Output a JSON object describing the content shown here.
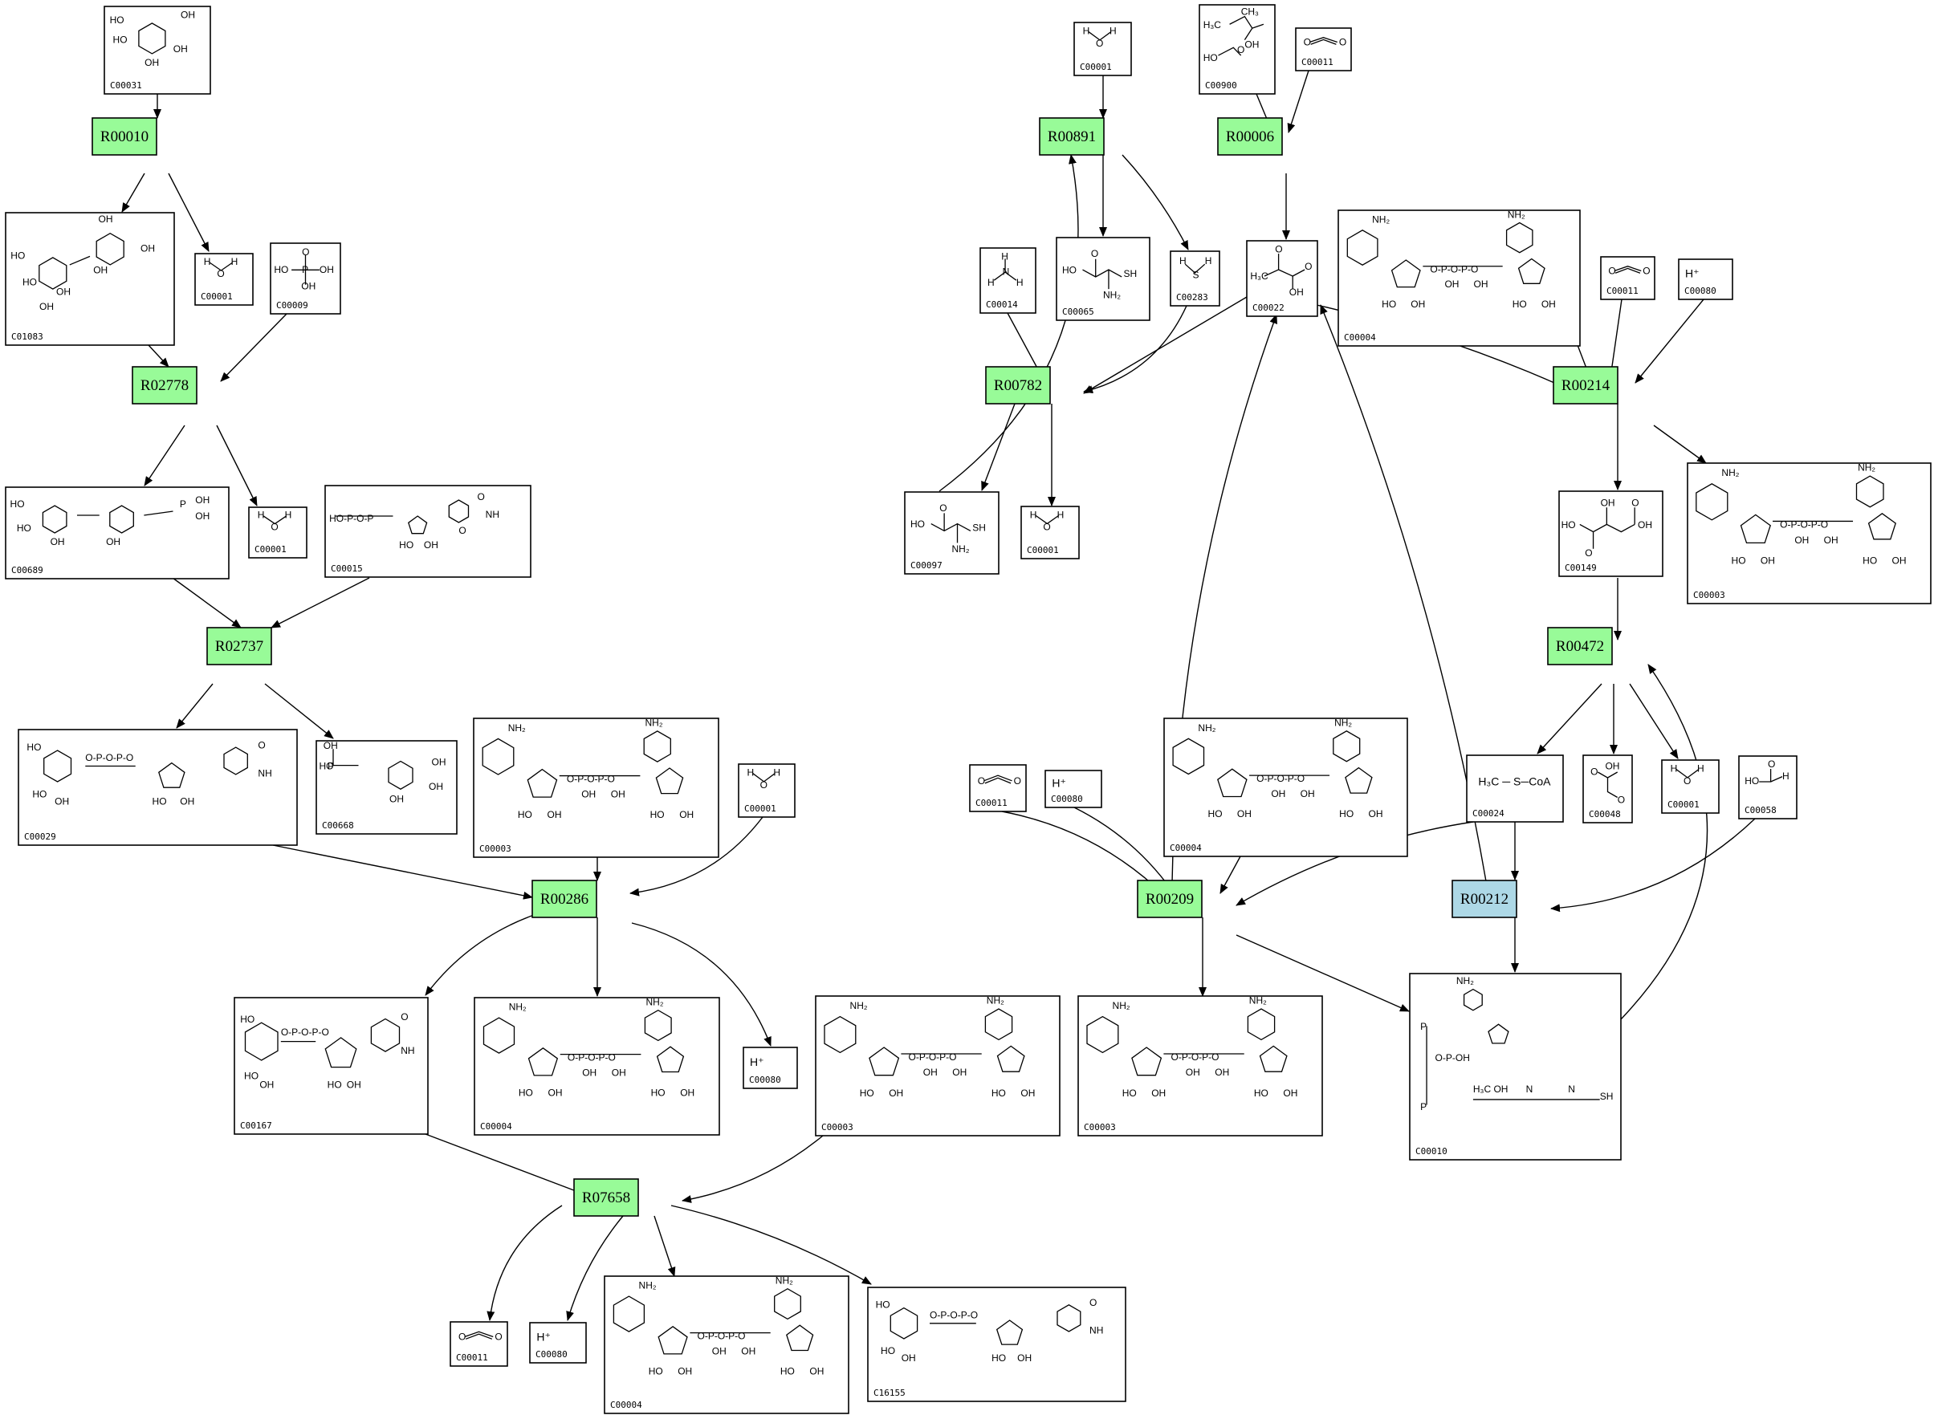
{
  "colors": {
    "reaction": "#98fb98",
    "reaction_alt": "#add8e6"
  },
  "reactions": [
    {
      "key": "R00010",
      "label": "R00010",
      "alt": false
    },
    {
      "key": "R02778",
      "label": "R02778",
      "alt": false
    },
    {
      "key": "R02737",
      "label": "R02737",
      "alt": false
    },
    {
      "key": "R00286",
      "label": "R00286",
      "alt": false
    },
    {
      "key": "R07658",
      "label": "R07658",
      "alt": false
    },
    {
      "key": "R00891",
      "label": "R00891",
      "alt": false
    },
    {
      "key": "R00006",
      "label": "R00006",
      "alt": false
    },
    {
      "key": "R00782",
      "label": "R00782",
      "alt": false
    },
    {
      "key": "R00214",
      "label": "R00214",
      "alt": false
    },
    {
      "key": "R00472",
      "label": "R00472",
      "alt": false
    },
    {
      "key": "R00209",
      "label": "R00209",
      "alt": false
    },
    {
      "key": "R00212",
      "label": "R00212",
      "alt": true
    }
  ],
  "compounds": [
    {
      "key": "c00031",
      "id": "C00031",
      "glyph": "hexose"
    },
    {
      "key": "c01083",
      "id": "C01083",
      "glyph": "disaccharide"
    },
    {
      "key": "c00001_a",
      "id": "C00001",
      "glyph": "water"
    },
    {
      "key": "c00009",
      "id": "C00009",
      "glyph": "phosphate"
    },
    {
      "key": "c00689",
      "id": "C00689",
      "glyph": "disaccharide_p"
    },
    {
      "key": "c00001_b",
      "id": "C00001",
      "glyph": "water"
    },
    {
      "key": "c00015",
      "id": "C00015",
      "glyph": "nucleotide"
    },
    {
      "key": "c00029",
      "id": "C00029",
      "glyph": "sugar_nucleotide"
    },
    {
      "key": "c00668",
      "id": "C00668",
      "glyph": "hexose_p"
    },
    {
      "key": "c00003_a",
      "id": "C00003",
      "glyph": "nad"
    },
    {
      "key": "c00001_c",
      "id": "C00001",
      "glyph": "water"
    },
    {
      "key": "c00167",
      "id": "C00167",
      "glyph": "sugar_nucleotide"
    },
    {
      "key": "c00004_a",
      "id": "C00004",
      "glyph": "nad"
    },
    {
      "key": "c00080_a",
      "id": "C00080",
      "glyph": "proton",
      "formula": "H⁺"
    },
    {
      "key": "c00003_b",
      "id": "C00003",
      "glyph": "nad"
    },
    {
      "key": "c00011_a",
      "id": "C00011",
      "glyph": "co2"
    },
    {
      "key": "c00080_b",
      "id": "C00080",
      "glyph": "proton",
      "formula": "H⁺"
    },
    {
      "key": "c00004_b",
      "id": "C00004",
      "glyph": "nad"
    },
    {
      "key": "c16155",
      "id": "C16155",
      "glyph": "sugar_nucleotide"
    },
    {
      "key": "c00001_d",
      "id": "C00001",
      "glyph": "water"
    },
    {
      "key": "c00900",
      "id": "C00900",
      "glyph": "ketoacid"
    },
    {
      "key": "c00011_b",
      "id": "C00011",
      "glyph": "co2"
    },
    {
      "key": "c00014",
      "id": "C00014",
      "glyph": "ammonia"
    },
    {
      "key": "c00065",
      "id": "C00065",
      "glyph": "aminoacid"
    },
    {
      "key": "c00283",
      "id": "C00283",
      "glyph": "h2s"
    },
    {
      "key": "c00022",
      "id": "C00022",
      "glyph": "pyruvate"
    },
    {
      "key": "c00004_c",
      "id": "C00004",
      "glyph": "nad"
    },
    {
      "key": "c00011_c",
      "id": "C00011",
      "glyph": "co2"
    },
    {
      "key": "c00080_c",
      "id": "C00080",
      "glyph": "proton",
      "formula": "H⁺"
    },
    {
      "key": "c00097",
      "id": "C00097",
      "glyph": "aminoacid"
    },
    {
      "key": "c00001_e",
      "id": "C00001",
      "glyph": "water"
    },
    {
      "key": "c00149",
      "id": "C00149",
      "glyph": "malate"
    },
    {
      "key": "c00003_c",
      "id": "C00003",
      "glyph": "nad"
    },
    {
      "key": "c00011_d",
      "id": "C00011",
      "glyph": "co2"
    },
    {
      "key": "c00080_d",
      "id": "C00080",
      "glyph": "proton",
      "formula": "H⁺"
    },
    {
      "key": "c00004_d",
      "id": "C00004",
      "glyph": "nad"
    },
    {
      "key": "c00024",
      "id": "C00024",
      "glyph": "acetylcoa",
      "formula": "H₃C ─ S─CoA"
    },
    {
      "key": "c00048",
      "id": "C00048",
      "glyph": "glyoxylate"
    },
    {
      "key": "c00001_f",
      "id": "C00001",
      "glyph": "water"
    },
    {
      "key": "c00058",
      "id": "C00058",
      "glyph": "formate"
    },
    {
      "key": "c00003_d",
      "id": "C00003",
      "glyph": "nad"
    },
    {
      "key": "c00010",
      "id": "C00010",
      "glyph": "coa"
    }
  ]
}
